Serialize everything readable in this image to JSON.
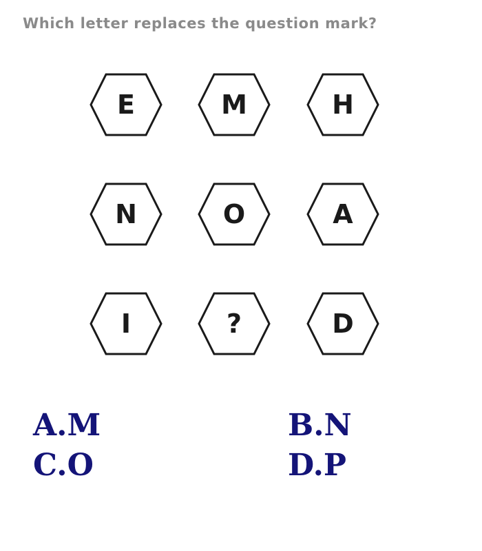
{
  "question": "Which letter replaces the question mark?",
  "cells": [
    {
      "letter": "E"
    },
    {
      "letter": "M"
    },
    {
      "letter": "H"
    },
    {
      "letter": "N"
    },
    {
      "letter": "O"
    },
    {
      "letter": "A"
    },
    {
      "letter": "I"
    },
    {
      "letter": "?"
    },
    {
      "letter": "D"
    }
  ],
  "options": [
    {
      "label": "A.M"
    },
    {
      "label": "B.N"
    },
    {
      "label": "C.O"
    },
    {
      "label": "D.P"
    }
  ]
}
